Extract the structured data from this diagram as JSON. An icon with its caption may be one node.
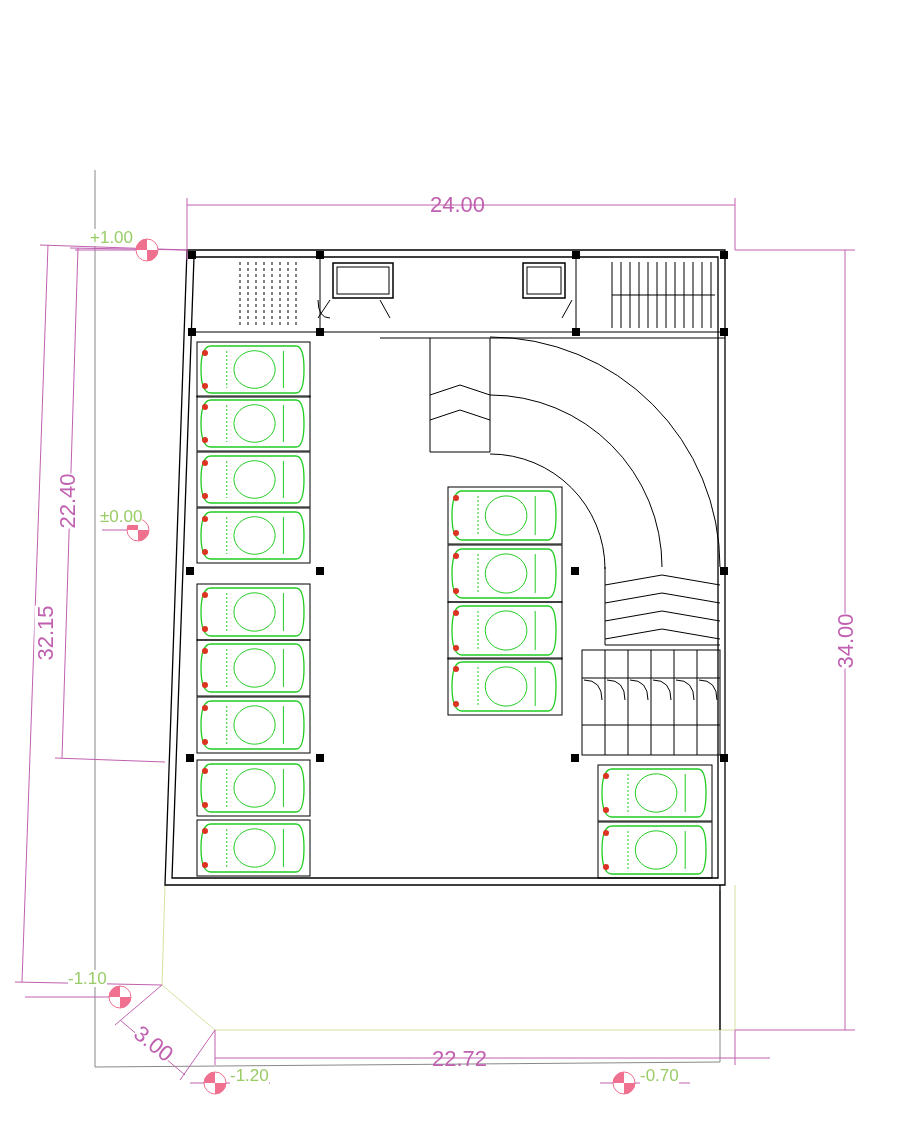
{
  "diagram": {
    "labels": [
      "24.00",
      "+1.00",
      "22.40",
      "±0.00",
      "32.15",
      "34.00",
      "-1.10",
      "3.00",
      "22.72",
      "-1.20",
      "-0.70"
    ]
  }
}
